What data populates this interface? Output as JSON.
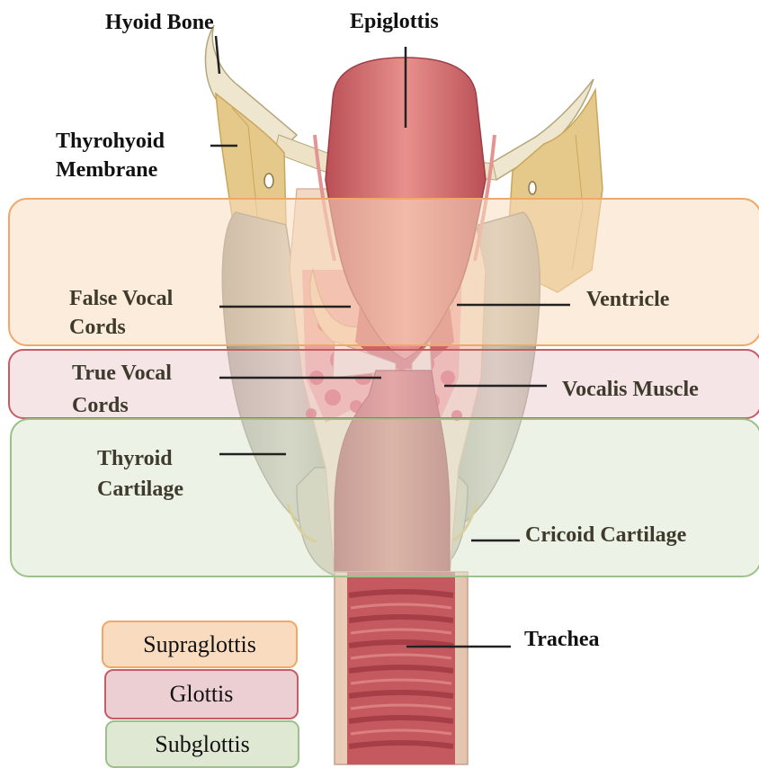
{
  "labels": {
    "hyoid_bone": "Hyoid Bone",
    "epiglottis": "Epiglottis",
    "thyrohyoid_membrane": "Thyrohyoid\nMembrane",
    "false_vocal_cords": "False Vocal\nCords",
    "ventricle": "Ventricle",
    "true_vocal_cords": "True Vocal\nCords",
    "vocalis_muscle": "Vocalis Muscle",
    "thyroid_cartilage": "Thyroid\nCartilage",
    "cricoid_cartilage": "Cricoid Cartilage",
    "trachea": "Trachea"
  },
  "legend": [
    {
      "label": "Supraglottis",
      "fill": "#f9dcc0",
      "border": "#f0a868"
    },
    {
      "label": "Glottis",
      "fill": "#eccfd2",
      "border": "#c65c66"
    },
    {
      "label": "Subglottis",
      "fill": "#dfe8d3",
      "border": "#9cc28a"
    }
  ],
  "regions": {
    "supraglottis": {
      "fill": "#f9dcc0",
      "border": "#f0a868"
    },
    "glottis": {
      "fill": "#eccfd2",
      "border": "#c65c66"
    },
    "subglottis": {
      "fill": "#dfe8d3",
      "border": "#9cc28a"
    }
  },
  "colors": {
    "mucosa": "#c9676a",
    "mucosa_light": "#e39a97",
    "cartilage": "#e4c98a",
    "cartilage_shadow": "#c9a65c",
    "grey_cartilage": "#b6b2a4",
    "muscle": "#d45560",
    "trachea_ring": "#b4484f",
    "leader_line": "#222222"
  }
}
